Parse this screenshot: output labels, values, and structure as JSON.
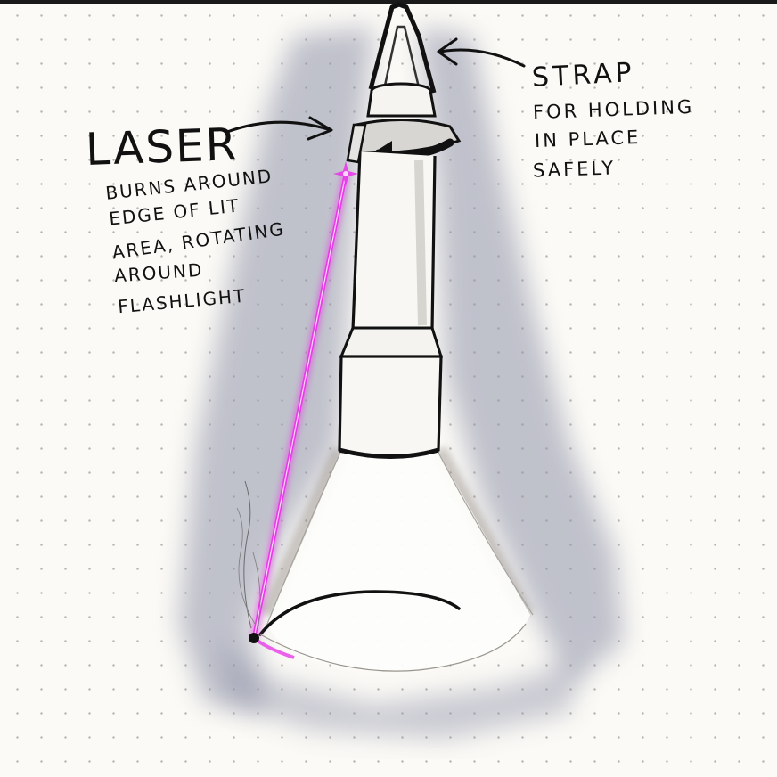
{
  "labels": {
    "laser": {
      "title": "LASER",
      "lines": [
        "BURNS AROUND",
        "EDGE OF LIT",
        "AREA, ROTATING",
        "AROUND",
        "FLASHLIGHT"
      ]
    },
    "strap": {
      "title": "STRAP",
      "lines": [
        "FOR HOLDING",
        "IN PLACE",
        "SAFELY"
      ]
    }
  },
  "colors": {
    "paper": "#fbfaf6",
    "ink": "#111111",
    "laser": "#e83be8",
    "shadow": "#8f93a8",
    "dots": "#b9b6b0"
  },
  "icons": {
    "laser_spark": "sparkle-icon"
  }
}
